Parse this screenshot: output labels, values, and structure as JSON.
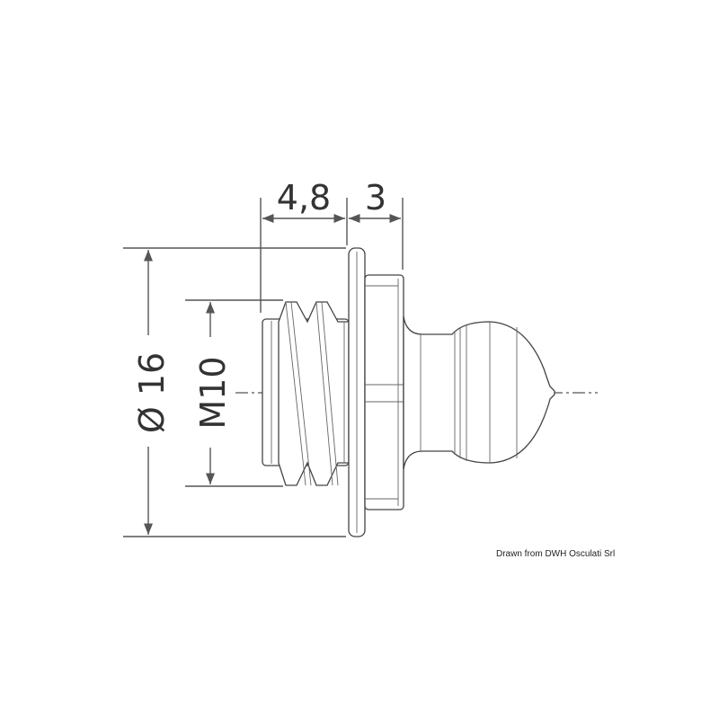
{
  "dimensions": {
    "length_thread": "4,8",
    "length_hex": "3",
    "diameter_flange": "Ø 16",
    "thread_size": "M10"
  },
  "credit": "Drawn from DWH Osculati Srl",
  "colors": {
    "line": "#444444",
    "background": "#ffffff"
  }
}
